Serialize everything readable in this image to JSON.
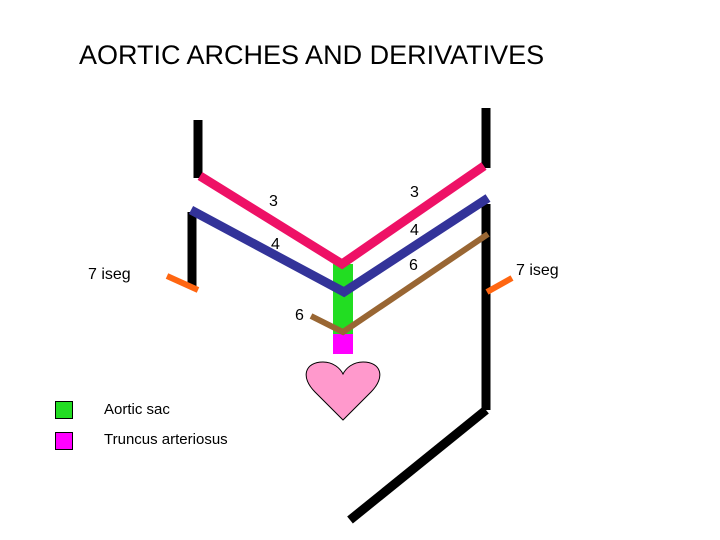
{
  "title": "AORTIC ARCHES AND DERIVATIVES",
  "labels": {
    "arch3_left": "3",
    "arch3_right": "3",
    "arch4_left": "4",
    "arch4_right": "4",
    "arch6_left": "6",
    "arch6_right": "6",
    "iseg_left": "7 iseg",
    "iseg_right": "7 iseg"
  },
  "legend": [
    {
      "label": "Aortic sac",
      "color": "#22dd22"
    },
    {
      "label": "Truncus arteriosus",
      "color": "#ff00ff"
    }
  ],
  "colors": {
    "arch3": "#ee1166",
    "arch4": "#333399",
    "arch6": "#996633",
    "iseg": "#ff6611",
    "aorta": "#000000",
    "aortic_sac": "#22dd22",
    "truncus": "#ff00ff",
    "heart": "#ff99cc"
  }
}
